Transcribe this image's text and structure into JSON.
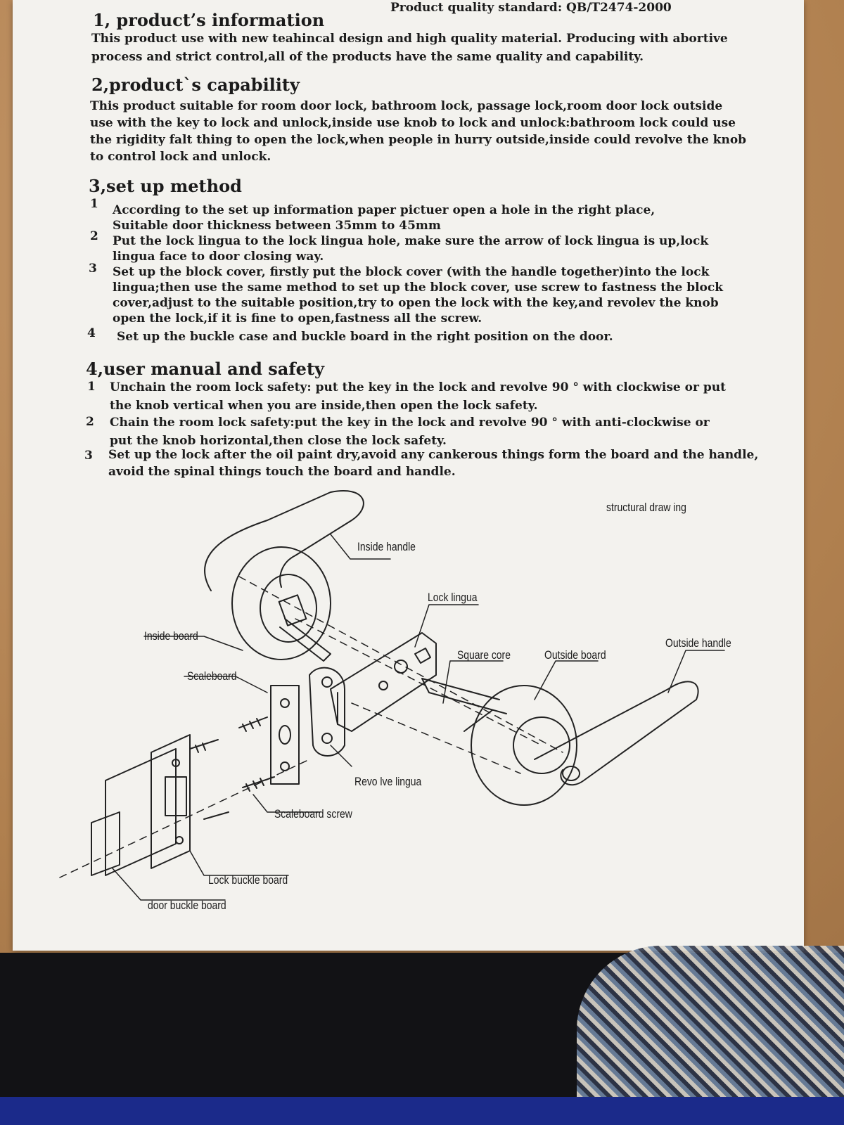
{
  "standard": "Product quality standard: QB/T2474-2000",
  "sections": {
    "info": {
      "heading": "1, product’s information",
      "lines": [
        "This product use   with new teahincal design and high quality material. Producing with abortive",
        "process and strict control,all of the products have the same quality and capability."
      ]
    },
    "capability": {
      "heading": "2,product`s capability",
      "lines": [
        "This product suitable for room door lock, bathroom lock, passage lock,room door lock outside",
        "use with the key to lock and unlock,inside use knob to lock and unlock:bathroom lock could use",
        "the rigidity falt thing to open the lock,when people in hurry outside,inside could revolve the knob",
        "to control lock and unlock."
      ]
    },
    "setup": {
      "heading": "3,set up method",
      "items": [
        {
          "num": "1",
          "lines": [
            "According to the set up information paper pictuer open a hole in the right place,",
            "Suitable door thickness between 35mm to 45mm"
          ]
        },
        {
          "num": "2",
          "lines": [
            "Put the lock lingua to the lock lingua hole, make sure the arrow of lock lingua is up,lock",
            "lingua face to door closing way."
          ]
        },
        {
          "num": "3",
          "lines": [
            "Set up the block cover, firstly put the block cover (with the handle together)into the lock",
            "lingua;then use the same method to set up the block  cover, use screw to fastness the block",
            "cover,adjust to the suitable position,try to open the lock with the key,and revolev the knob",
            "open the lock,if it is fine to open,fastness all the screw."
          ]
        },
        {
          "num": "4",
          "lines": [
            "Set up the buckle case and buckle board in the right position on the door."
          ]
        }
      ]
    },
    "manual": {
      "heading": "4,user manual and safety",
      "items": [
        {
          "num": "1",
          "lines": [
            "Unchain the room lock safety: put the key in the lock and revolve 90 ° with clockwise or put",
            "the knob vertical when you are inside,then open the lock safety."
          ]
        },
        {
          "num": "2",
          "lines": [
            "Chain the room lock safety:put the key in the lock and revolve 90 ° with anti-clockwise or",
            "put the knob horizontal,then close the lock safety."
          ]
        },
        {
          "num": "3",
          "lines": [
            "Set up the lock after the oil paint dry,avoid any cankerous things form the board and the handle,",
            "avoid the spinal things touch the board and handle."
          ]
        }
      ]
    }
  },
  "diagram": {
    "title": "structural draw ing",
    "labels": {
      "inside_handle": "Inside handle",
      "lock_lingua": "Lock lingua",
      "inside_board": "Inside board",
      "square_core": "Square core",
      "outside_board": "Outside board",
      "outside_handle": "Outside handle",
      "scaleboard": "Scaleboard",
      "revolve_lingua": "Revo lve lingua",
      "scaleboard_screw": "Scaleboard screw",
      "lock_buckle_board": "Lock buckle board",
      "door_buckle_board": "door buckle board"
    }
  }
}
